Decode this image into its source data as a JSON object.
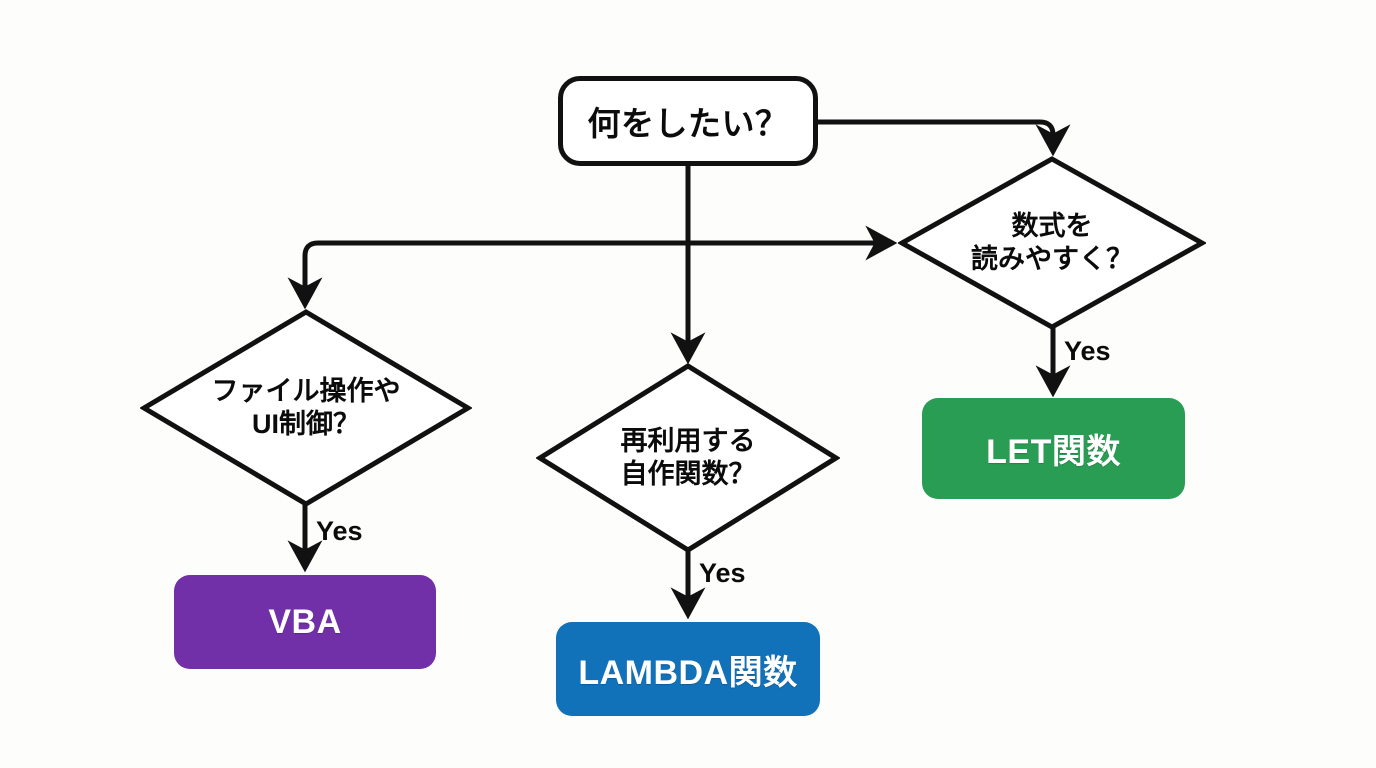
{
  "diagram": {
    "title": "Excel automation decision flowchart",
    "background_color": "#fdfdfc",
    "line_color": "#111111",
    "nodes": {
      "start": {
        "label": "何をしたい？",
        "shape": "rounded-rectangle"
      },
      "decision_readable_formula": {
        "line1": "数式を",
        "line2": "読みやすく？",
        "shape": "diamond"
      },
      "decision_file_ui": {
        "line1": "ファイル操作や",
        "line2": "UI制御？",
        "shape": "diamond"
      },
      "decision_reusable_function": {
        "line1": "再利用する",
        "line2": "自作関数？",
        "shape": "diamond"
      },
      "result_let": {
        "label": "LET関数",
        "shape": "rounded-rectangle",
        "color": "#2a9d55"
      },
      "result_vba": {
        "label": "VBA",
        "shape": "rounded-rectangle",
        "color": "#7130a8"
      },
      "result_lambda": {
        "label": "LAMBDA関数",
        "shape": "rounded-rectangle",
        "color": "#1272b9"
      }
    },
    "edge_labels": {
      "let_yes": "Yes",
      "vba_yes": "Yes",
      "lambda_yes": "Yes"
    }
  }
}
